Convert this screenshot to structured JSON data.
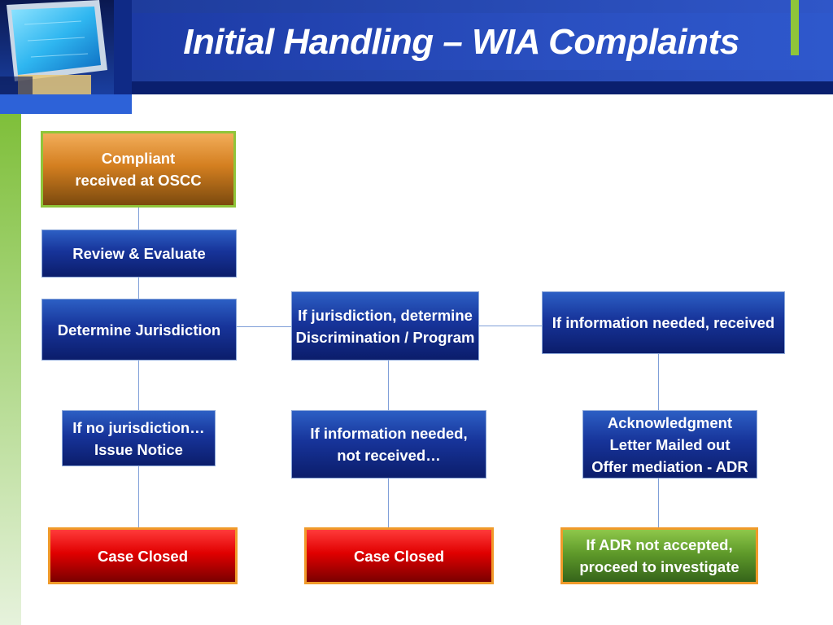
{
  "title": "Initial Handling – WIA Complaints",
  "nodes": {
    "received": "Compliant\nreceived at OSCC",
    "review": "Review & Evaluate",
    "determine": "Determine Jurisdiction",
    "if_jurisdiction": "If jurisdiction, determine\nDiscrimination / Program",
    "info_received": "If information needed, received",
    "no_jurisdiction": "If no jurisdiction…\nIssue Notice",
    "info_not_received": "If information needed,\nnot received…",
    "acknowledgment": "Acknowledgment\nLetter Mailed out\nOffer mediation - ADR",
    "case_closed_1": "Case Closed",
    "case_closed_2": "Case Closed",
    "adr_not_accepted": "If ADR not accepted,\nproceed to investigate"
  },
  "colors": {
    "header_blue": "#0f2a86",
    "box_blue": "#17349a",
    "box_orange": "#d47f20",
    "box_red": "#e00000",
    "box_green": "#5f9a2a",
    "accent_green": "#8fc53a",
    "border_orange": "#f09a2a",
    "connector": "#7f9fd8"
  },
  "icons": {
    "header_image": "computer-monitor-icon"
  }
}
